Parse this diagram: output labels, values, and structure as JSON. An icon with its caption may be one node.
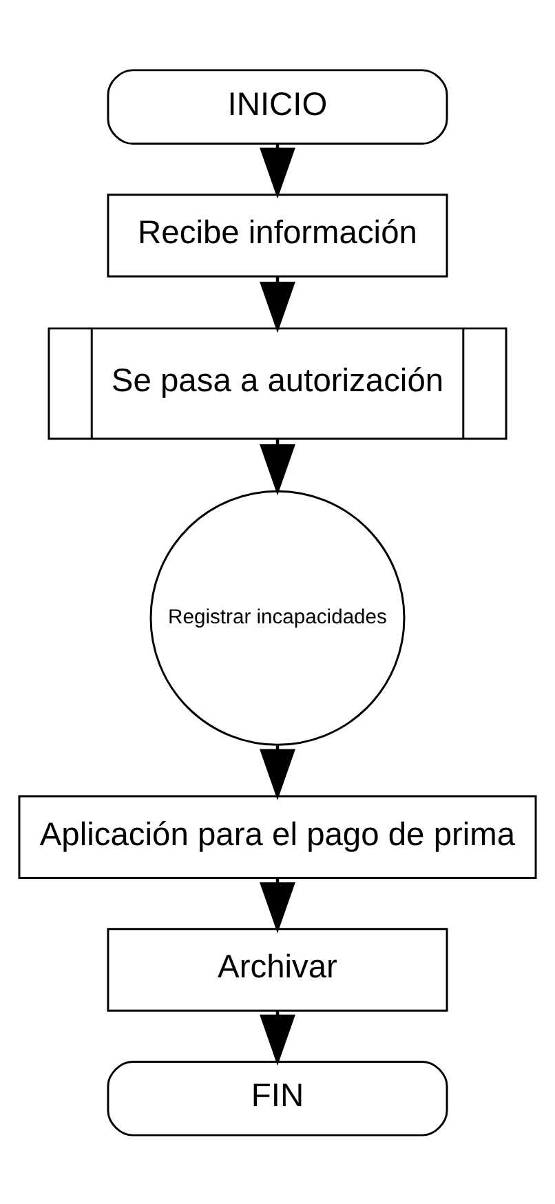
{
  "diagram": {
    "nodes": [
      {
        "text": [
          "INICIO"
        ]
      },
      {
        "text": [
          "Recibe información"
        ]
      },
      {
        "text": [
          "Se pasa a autorización"
        ]
      },
      {
        "text": [
          "Registrar incapacidades"
        ]
      },
      {
        "text": [
          "Aplicación para el pago de prima"
        ]
      },
      {
        "text": [
          "Archivar"
        ]
      },
      {
        "text": [
          "FIN"
        ]
      }
    ],
    "edges": [
      {
        "from": 0,
        "to": 1,
        "arrow": "to"
      },
      {
        "from": 1,
        "to": 2,
        "arrow": "to"
      },
      {
        "from": 2,
        "to": 3,
        "arrow": "to"
      },
      {
        "from": 3,
        "to": 4,
        "arrow": "to"
      },
      {
        "from": 4,
        "to": 5,
        "arrow": "to"
      },
      {
        "from": 5,
        "to": 6,
        "arrow": "to"
      }
    ]
  }
}
